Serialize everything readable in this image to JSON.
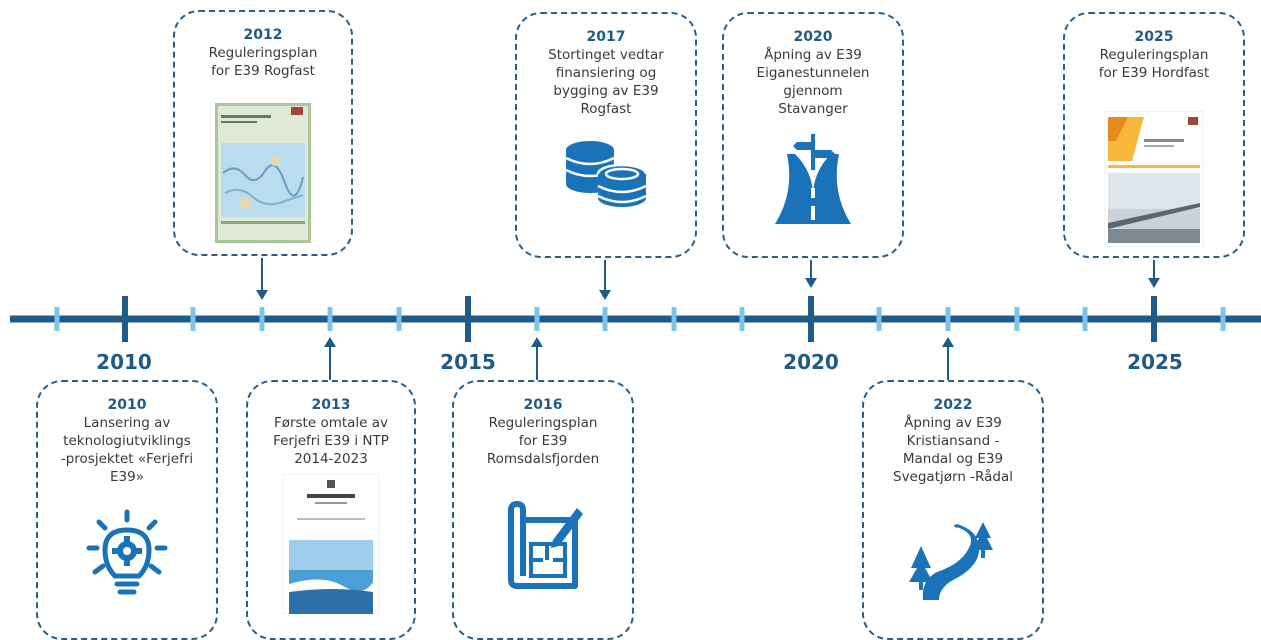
{
  "axis_years": [
    "2010",
    "2015",
    "2020",
    "2025"
  ],
  "events": [
    {
      "year": "2012",
      "lines": [
        "Reguleringsplan",
        "for E39 Rogfast"
      ],
      "icon": "document-thumbnail-map"
    },
    {
      "year": "2017",
      "lines": [
        "Stortinget vedtar",
        "finansiering og",
        "bygging av E39",
        "Rogfast"
      ],
      "icon": "coins-icon"
    },
    {
      "year": "2020",
      "lines": [
        "Åpning av E39",
        "Eiganestunnelen",
        "gjennom",
        "Stavanger"
      ],
      "icon": "road-signpost-icon"
    },
    {
      "year": "2025",
      "lines": [
        "Reguleringsplan",
        "for E39 Hordfast"
      ],
      "icon": "document-thumbnail-bridge"
    },
    {
      "year": "2010",
      "lines": [
        "Lansering av",
        "teknologiutviklings",
        "-prosjektet «Ferjefri",
        "E39»"
      ],
      "icon": "lightbulb-gear-icon"
    },
    {
      "year": "2013",
      "lines": [
        "Første omtale av",
        "Ferjefri E39 i NTP",
        "2014-2023"
      ],
      "icon": "document-thumbnail-ntp"
    },
    {
      "year": "2016",
      "lines": [
        "Reguleringsplan",
        "for E39",
        "Romsdalsfjorden"
      ],
      "icon": "blueprint-pencil-icon"
    },
    {
      "year": "2022",
      "lines": [
        "Åpning av E39",
        "Kristiansand -",
        "Mandal og E39",
        "Svegatjørn -Rådal"
      ],
      "icon": "winding-road-trees-icon"
    }
  ],
  "colors": {
    "axis": "#1f5b86",
    "minor_tick": "#7ec3ea",
    "card_border": "#2a5f8a",
    "icon": "#1a73b8"
  }
}
